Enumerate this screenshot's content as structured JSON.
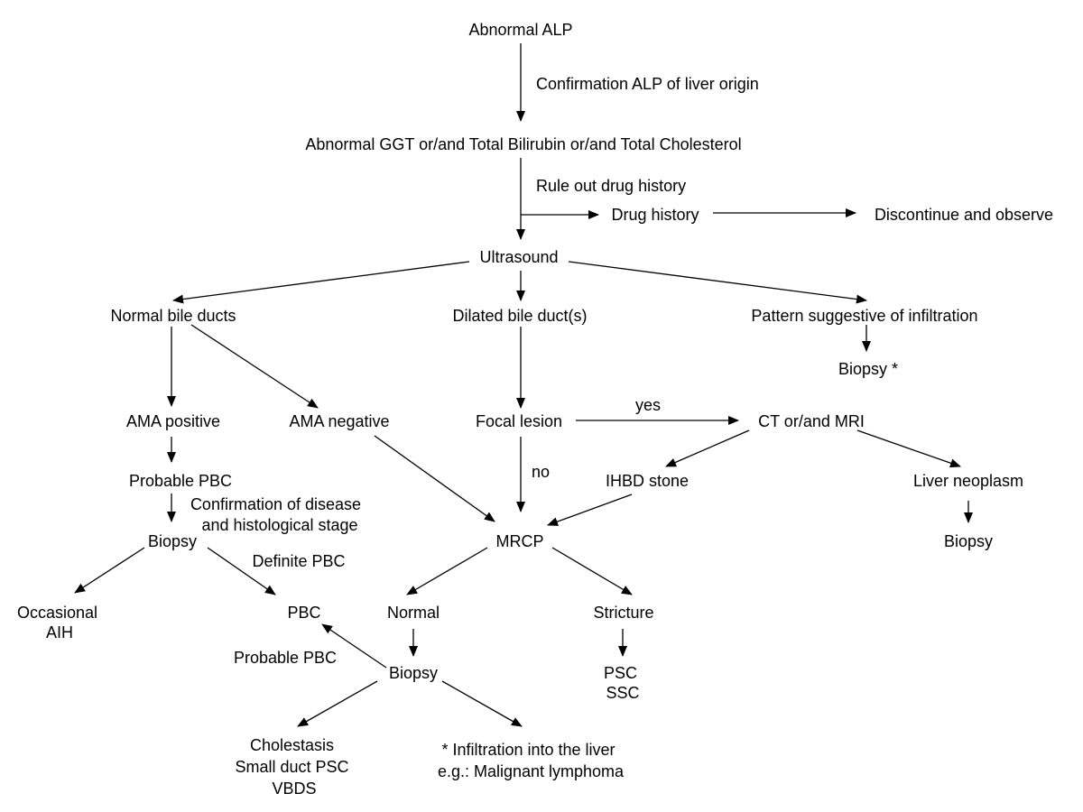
{
  "nodes": {
    "abnormal_alp": "Abnormal ALP",
    "abnormal_ggt": "Abnormal GGT or/and Total Bilirubin or/and Total Cholesterol",
    "drug_history": "Drug history",
    "discontinue": "Discontinue and observe",
    "ultrasound": "Ultrasound",
    "normal_bile_ducts": "Normal bile ducts",
    "dilated_bile_ducts": "Dilated bile duct(s)",
    "pattern_infiltration": "Pattern suggestive of infiltration",
    "biopsy_infiltration": "Biopsy *",
    "ama_positive": "AMA positive",
    "ama_negative": "AMA negative",
    "focal_lesion": "Focal lesion",
    "ct_mri": "CT or/and MRI",
    "probable_pbc": "Probable PBC",
    "ihbd_stone": "IHBD stone",
    "liver_neoplasm": "Liver neoplasm",
    "biopsy_pbc": "Biopsy",
    "mrcp": "MRCP",
    "biopsy_neoplasm": "Biopsy",
    "occasional_aih": [
      "Occasional",
      "AIH"
    ],
    "pbc": "PBC",
    "normal": "Normal",
    "stricture": "Stricture",
    "biopsy_normal": "Biopsy",
    "psc_ssc": [
      "PSC",
      "SSC"
    ],
    "cholestasis": [
      "Cholestasis",
      "Small duct PSC",
      "VBDS"
    ],
    "footnote": [
      "* Infiltration into the liver",
      "e.g.: Malignant lymphoma"
    ]
  },
  "edge_labels": {
    "confirmation_liver_origin": "Confirmation ALP of liver origin",
    "rule_out_drug": "Rule out drug history",
    "yes": "yes",
    "no": "no",
    "confirmation_disease": [
      "Confirmation of disease",
      "and histological stage"
    ],
    "definite_pbc": "Definite PBC",
    "probable_pbc_edge": "Probable PBC"
  },
  "colors": {
    "text": "#000000",
    "lines": "#000000",
    "background": "#ffffff"
  }
}
